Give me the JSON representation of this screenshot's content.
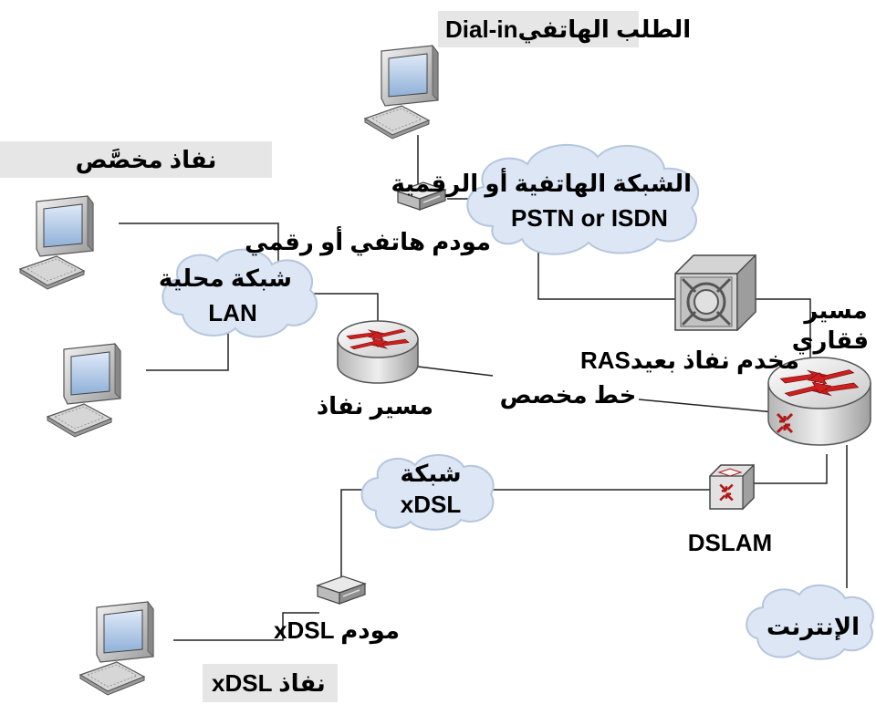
{
  "labels": {
    "dialin_ar": "الطلب الهاتفي",
    "dialin_en": "Dial-in",
    "dedicated": "نفاذ مخصَّص",
    "pstn_ar": "الشبكة الهاتفية أو الرقمية",
    "pstn_en": "PSTN or ISDN",
    "modem_dialin": "مودم هاتفي أو رقمي",
    "lan_ar": "شبكة محلية",
    "lan_en": "LAN",
    "backbone_line1": "مسير",
    "backbone_line2": "فقاري",
    "ras_ar": "مخدم نفاذ بعيد",
    "ras_en": "RAS",
    "leased_line": "خط مخصص",
    "access_router": "مسير نفاذ",
    "xdsl_net_ar": "شبكة",
    "xdsl_net_en": "xDSL",
    "dslam": "DSLAM",
    "internet": "الإنترنت",
    "xdsl_modem_ar": "مودم",
    "xdsl_modem_en": "xDSL",
    "xdsl_access_ar": "نفاذ",
    "xdsl_access_en": "xDSL"
  },
  "colors": {
    "cloud_fill": "#dce6f4",
    "cloud_stroke": "#b5c6dd",
    "label_band": "#e6e6e6",
    "router_arrow": "#cc1f1f",
    "line": "#222222"
  },
  "icons": [
    "computer-icon",
    "modem-icon",
    "router-icon",
    "ras-server-icon",
    "dslam-switch-icon",
    "cloud-icon"
  ]
}
